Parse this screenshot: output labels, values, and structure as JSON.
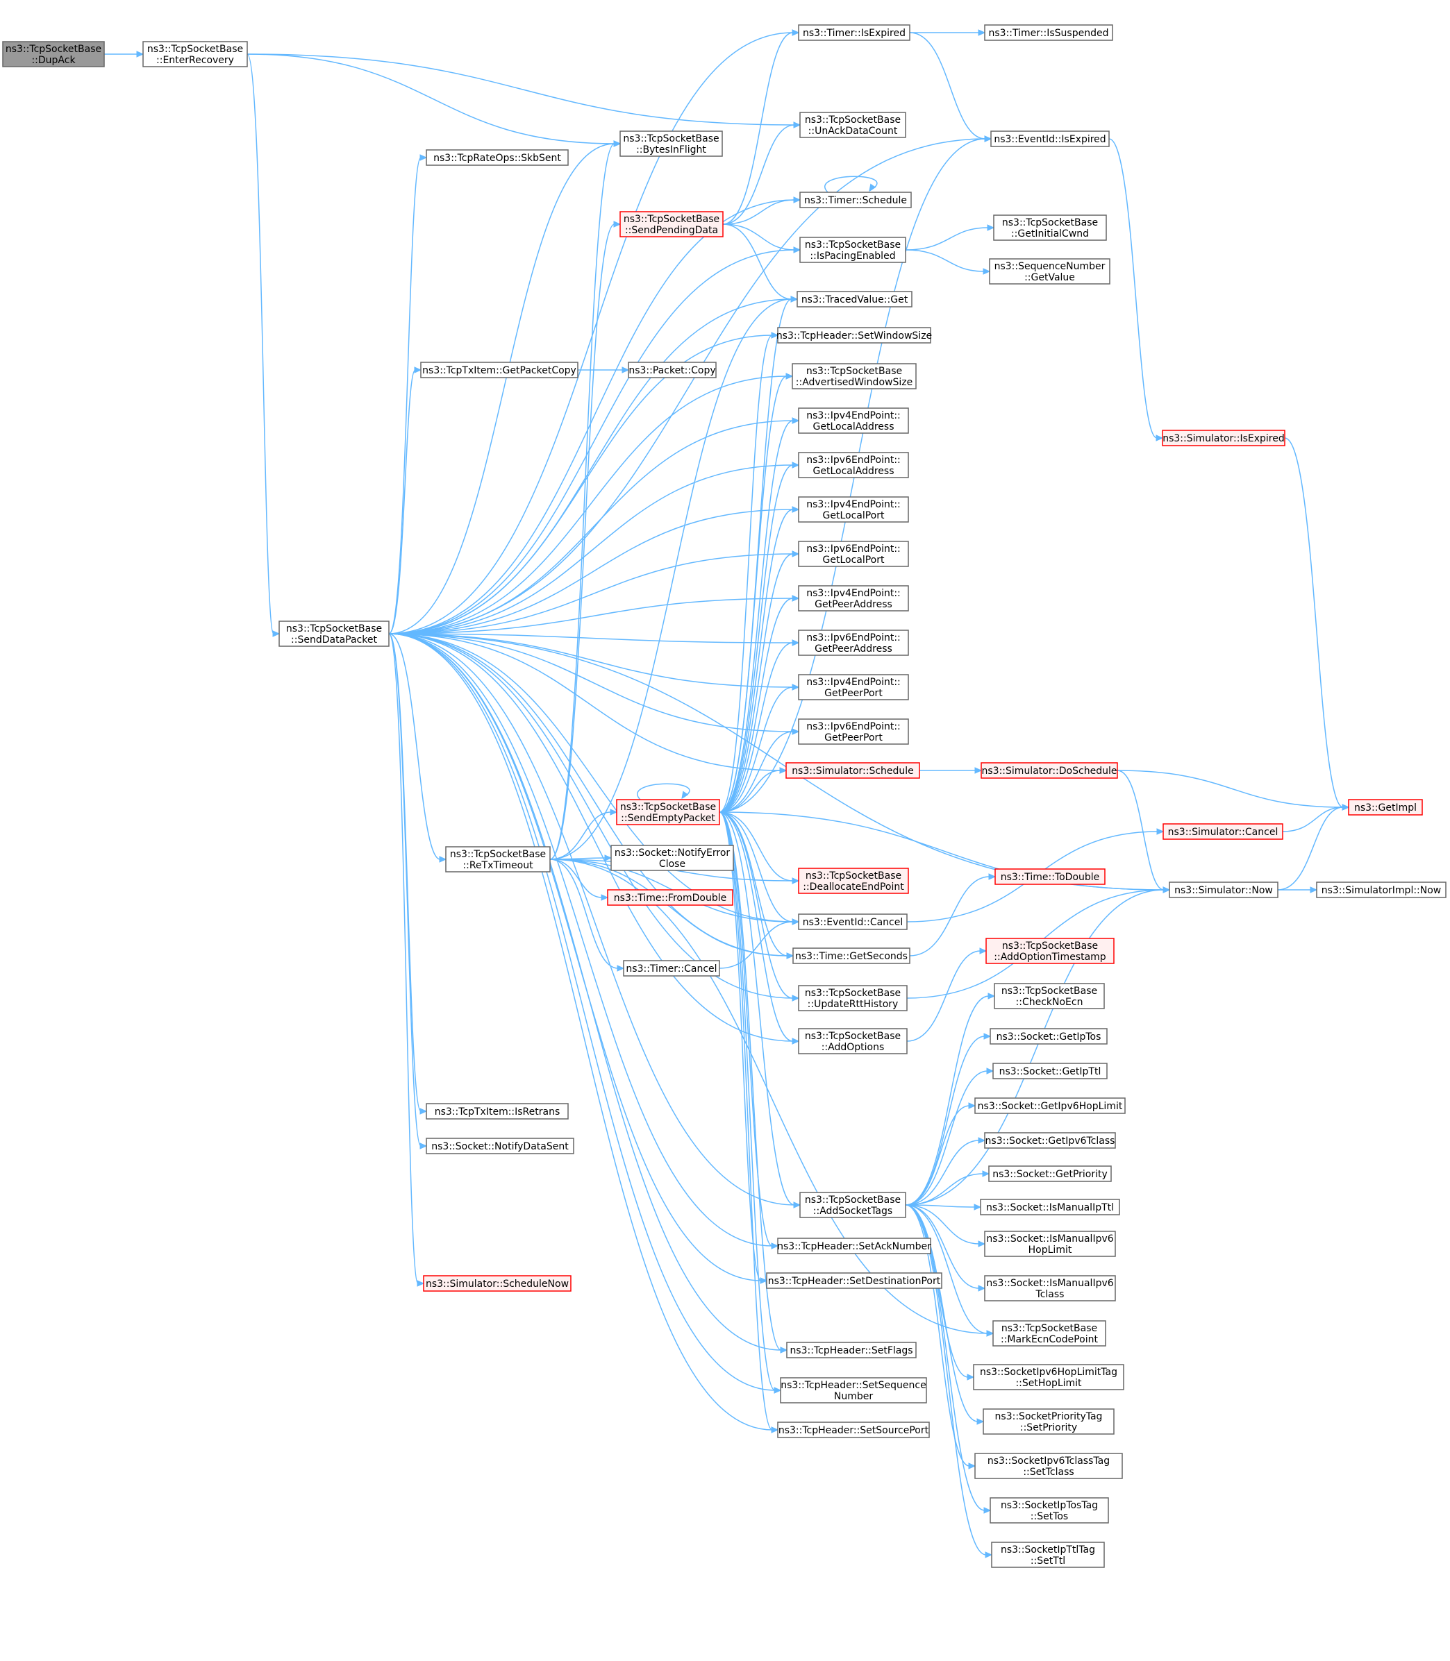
{
  "colors": {
    "edge": "#63b8ff",
    "node_border": "#666666",
    "root_fill": "#999999",
    "truncated_border": "#ff0000",
    "truncated_fill": "#fff0f0"
  },
  "nodes": [
    {
      "id": "dupack",
      "lines": [
        "ns3::TcpSocketBase",
        "::DupAck"
      ],
      "style": "root"
    },
    {
      "id": "enterrecovery",
      "lines": [
        "ns3::TcpSocketBase",
        "::EnterRecovery"
      ]
    },
    {
      "id": "senddatapacket",
      "lines": [
        "ns3::TcpSocketBase",
        "::SendDataPacket"
      ]
    },
    {
      "id": "timer_isexpired",
      "lines": [
        "ns3::Timer::IsExpired"
      ]
    },
    {
      "id": "timer_issuspended",
      "lines": [
        "ns3::Timer::IsSuspended"
      ]
    },
    {
      "id": "unackdatacount",
      "lines": [
        "ns3::TcpSocketBase",
        "::UnAckDataCount"
      ]
    },
    {
      "id": "bytesinflight",
      "lines": [
        "ns3::TcpSocketBase",
        "::BytesInFlight"
      ]
    },
    {
      "id": "eventid_isexpired",
      "lines": [
        "ns3::EventId::IsExpired"
      ]
    },
    {
      "id": "skbsent",
      "lines": [
        "ns3::TcpRateOps::SkbSent"
      ]
    },
    {
      "id": "timer_schedule",
      "lines": [
        "ns3::Timer::Schedule"
      ]
    },
    {
      "id": "sendpendingdata",
      "lines": [
        "ns3::TcpSocketBase",
        "::SendPendingData"
      ],
      "style": "red"
    },
    {
      "id": "ispacingenabled",
      "lines": [
        "ns3::TcpSocketBase",
        "::IsPacingEnabled"
      ]
    },
    {
      "id": "getinitialcwnd",
      "lines": [
        "ns3::TcpSocketBase",
        "::GetInitialCwnd"
      ]
    },
    {
      "id": "seq_getvalue",
      "lines": [
        "ns3::SequenceNumber",
        "::GetValue"
      ]
    },
    {
      "id": "tracedvalue_get",
      "lines": [
        "ns3::TracedValue::Get"
      ]
    },
    {
      "id": "setwindowsize",
      "lines": [
        "ns3::TcpHeader::SetWindowSize"
      ]
    },
    {
      "id": "getpacketcopy",
      "lines": [
        "ns3::TcpTxItem::GetPacketCopy"
      ]
    },
    {
      "id": "packet_copy",
      "lines": [
        "ns3::Packet::Copy"
      ]
    },
    {
      "id": "advwindowsize",
      "lines": [
        "ns3::TcpSocketBase",
        "::AdvertisedWindowSize"
      ]
    },
    {
      "id": "ipv4_getlocaladdr",
      "lines": [
        "ns3::Ipv4EndPoint::",
        "GetLocalAddress"
      ]
    },
    {
      "id": "ipv6_getlocaladdr",
      "lines": [
        "ns3::Ipv6EndPoint::",
        "GetLocalAddress"
      ]
    },
    {
      "id": "ipv4_getlocalport",
      "lines": [
        "ns3::Ipv4EndPoint::",
        "GetLocalPort"
      ]
    },
    {
      "id": "ipv6_getlocalport",
      "lines": [
        "ns3::Ipv6EndPoint::",
        "GetLocalPort"
      ]
    },
    {
      "id": "ipv4_getpeeraddr",
      "lines": [
        "ns3::Ipv4EndPoint::",
        "GetPeerAddress"
      ]
    },
    {
      "id": "ipv6_getpeeraddr",
      "lines": [
        "ns3::Ipv6EndPoint::",
        "GetPeerAddress"
      ]
    },
    {
      "id": "ipv4_getpeerport",
      "lines": [
        "ns3::Ipv4EndPoint::",
        "GetPeerPort"
      ]
    },
    {
      "id": "ipv6_getpeerport",
      "lines": [
        "ns3::Ipv6EndPoint::",
        "GetPeerPort"
      ]
    },
    {
      "id": "sim_isexpired",
      "lines": [
        "ns3::Simulator::IsExpired"
      ],
      "style": "red"
    },
    {
      "id": "sim_schedule",
      "lines": [
        "ns3::Simulator::Schedule"
      ],
      "style": "red"
    },
    {
      "id": "sim_doschedule",
      "lines": [
        "ns3::Simulator::DoSchedule"
      ],
      "style": "red"
    },
    {
      "id": "getimpl",
      "lines": [
        "ns3::GetImpl"
      ],
      "style": "red"
    },
    {
      "id": "sendemptypacket",
      "lines": [
        "ns3::TcpSocketBase",
        "::SendEmptyPacket"
      ],
      "style": "red"
    },
    {
      "id": "sim_cancel",
      "lines": [
        "ns3::Simulator::Cancel"
      ],
      "style": "red"
    },
    {
      "id": "retxtimeout",
      "lines": [
        "ns3::TcpSocketBase",
        "::ReTxTimeout"
      ]
    },
    {
      "id": "notifyerrorclose",
      "lines": [
        "ns3::Socket::NotifyError",
        "Close"
      ]
    },
    {
      "id": "deallocendpoint",
      "lines": [
        "ns3::TcpSocketBase",
        "::DeallocateEndPoint"
      ],
      "style": "red"
    },
    {
      "id": "fromdouble",
      "lines": [
        "ns3::Time::FromDouble"
      ],
      "style": "red"
    },
    {
      "id": "sim_now",
      "lines": [
        "ns3::Simulator::Now"
      ]
    },
    {
      "id": "simimpl_now",
      "lines": [
        "ns3::SimulatorImpl::Now"
      ]
    },
    {
      "id": "todouble",
      "lines": [
        "ns3::Time::ToDouble"
      ],
      "style": "red"
    },
    {
      "id": "eventid_cancel",
      "lines": [
        "ns3::EventId::Cancel"
      ]
    },
    {
      "id": "timer_cancel",
      "lines": [
        "ns3::Timer::Cancel"
      ]
    },
    {
      "id": "getseconds",
      "lines": [
        "ns3::Time::GetSeconds"
      ]
    },
    {
      "id": "addoptiontimestamp",
      "lines": [
        "ns3::TcpSocketBase",
        "::AddOptionTimestamp"
      ],
      "style": "red"
    },
    {
      "id": "updatertthistory",
      "lines": [
        "ns3::TcpSocketBase",
        "::UpdateRttHistory"
      ]
    },
    {
      "id": "checknoecn",
      "lines": [
        "ns3::TcpSocketBase",
        "::CheckNoEcn"
      ]
    },
    {
      "id": "addoptions",
      "lines": [
        "ns3::TcpSocketBase",
        "::AddOptions"
      ]
    },
    {
      "id": "getiptos",
      "lines": [
        "ns3::Socket::GetIpTos"
      ]
    },
    {
      "id": "getipttl",
      "lines": [
        "ns3::Socket::GetIpTtl"
      ]
    },
    {
      "id": "isretrans",
      "lines": [
        "ns3::TcpTxItem::IsRetrans"
      ]
    },
    {
      "id": "getipv6hoplimit",
      "lines": [
        "ns3::Socket::GetIpv6HopLimit"
      ]
    },
    {
      "id": "notifydatasent",
      "lines": [
        "ns3::Socket::NotifyDataSent"
      ]
    },
    {
      "id": "getipv6tclass",
      "lines": [
        "ns3::Socket::GetIpv6Tclass"
      ]
    },
    {
      "id": "getpriority",
      "lines": [
        "ns3::Socket::GetPriority"
      ]
    },
    {
      "id": "addsockettags",
      "lines": [
        "ns3::TcpSocketBase",
        "::AddSocketTags"
      ]
    },
    {
      "id": "ismanualipttl",
      "lines": [
        "ns3::Socket::IsManualIpTtl"
      ]
    },
    {
      "id": "ismanualipv6hoplimit",
      "lines": [
        "ns3::Socket::IsManualIpv6",
        "HopLimit"
      ]
    },
    {
      "id": "setacknumber",
      "lines": [
        "ns3::TcpHeader::SetAckNumber"
      ]
    },
    {
      "id": "schedulenow",
      "lines": [
        "ns3::Simulator::ScheduleNow"
      ],
      "style": "red"
    },
    {
      "id": "setdestport",
      "lines": [
        "ns3::TcpHeader::SetDestinationPort"
      ]
    },
    {
      "id": "ismanualipv6tclass",
      "lines": [
        "ns3::Socket::IsManualIpv6",
        "Tclass"
      ]
    },
    {
      "id": "markecncodepoint",
      "lines": [
        "ns3::TcpSocketBase",
        "::MarkEcnCodePoint"
      ]
    },
    {
      "id": "setflags",
      "lines": [
        "ns3::TcpHeader::SetFlags"
      ]
    },
    {
      "id": "sethoplimit",
      "lines": [
        "ns3::SocketIpv6HopLimitTag",
        "::SetHopLimit"
      ]
    },
    {
      "id": "setseqnumber",
      "lines": [
        "ns3::TcpHeader::SetSequence",
        "Number"
      ]
    },
    {
      "id": "setprioritytag",
      "lines": [
        "ns3::SocketPriorityTag",
        "::SetPriority"
      ]
    },
    {
      "id": "setsourceport",
      "lines": [
        "ns3::TcpHeader::SetSourcePort"
      ]
    },
    {
      "id": "settclass",
      "lines": [
        "ns3::SocketIpv6TclassTag",
        "::SetTclass"
      ]
    },
    {
      "id": "settos",
      "lines": [
        "ns3::SocketIpTosTag",
        "::SetTos"
      ]
    },
    {
      "id": "setttl",
      "lines": [
        "ns3::SocketIpTtlTag",
        "::SetTtl"
      ]
    }
  ],
  "edges": [
    [
      "dupack",
      "enterrecovery"
    ],
    [
      "enterrecovery",
      "senddatapacket"
    ],
    [
      "enterrecovery",
      "bytesinflight"
    ],
    [
      "enterrecovery",
      "unackdatacount"
    ],
    [
      "senddatapacket",
      "timer_isexpired"
    ],
    [
      "senddatapacket",
      "bytesinflight"
    ],
    [
      "senddatapacket",
      "eventid_isexpired"
    ],
    [
      "senddatapacket",
      "skbsent"
    ],
    [
      "senddatapacket",
      "timer_schedule"
    ],
    [
      "senddatapacket",
      "ispacingenabled"
    ],
    [
      "senddatapacket",
      "tracedvalue_get"
    ],
    [
      "senddatapacket",
      "setwindowsize"
    ],
    [
      "senddatapacket",
      "getpacketcopy"
    ],
    [
      "senddatapacket",
      "advwindowsize"
    ],
    [
      "senddatapacket",
      "ipv4_getlocaladdr"
    ],
    [
      "senddatapacket",
      "ipv6_getlocaladdr"
    ],
    [
      "senddatapacket",
      "ipv4_getlocalport"
    ],
    [
      "senddatapacket",
      "ipv6_getlocalport"
    ],
    [
      "senddatapacket",
      "ipv4_getpeeraddr"
    ],
    [
      "senddatapacket",
      "ipv6_getpeeraddr"
    ],
    [
      "senddatapacket",
      "ipv4_getpeerport"
    ],
    [
      "senddatapacket",
      "ipv6_getpeerport"
    ],
    [
      "senddatapacket",
      "sim_schedule"
    ],
    [
      "senddatapacket",
      "retxtimeout"
    ],
    [
      "senddatapacket",
      "eventid_cancel"
    ],
    [
      "senddatapacket",
      "getseconds"
    ],
    [
      "senddatapacket",
      "updatertthistory"
    ],
    [
      "senddatapacket",
      "addoptions"
    ],
    [
      "senddatapacket",
      "isretrans"
    ],
    [
      "senddatapacket",
      "notifydatasent"
    ],
    [
      "senddatapacket",
      "addsockettags"
    ],
    [
      "senddatapacket",
      "setacknumber"
    ],
    [
      "senddatapacket",
      "schedulenow"
    ],
    [
      "senddatapacket",
      "setdestport"
    ],
    [
      "senddatapacket",
      "setflags"
    ],
    [
      "senddatapacket",
      "setseqnumber"
    ],
    [
      "senddatapacket",
      "setsourceport"
    ],
    [
      "senddatapacket",
      "sim_now"
    ],
    [
      "timer_isexpired",
      "timer_issuspended"
    ],
    [
      "timer_isexpired",
      "eventid_isexpired"
    ],
    [
      "eventid_isexpired",
      "sim_isexpired"
    ],
    [
      "sim_isexpired",
      "getimpl"
    ],
    [
      "timer_schedule",
      "timer_schedule"
    ],
    [
      "sendpendingdata",
      "timer_isexpired"
    ],
    [
      "sendpendingdata",
      "unackdatacount"
    ],
    [
      "sendpendingdata",
      "timer_schedule"
    ],
    [
      "sendpendingdata",
      "ispacingenabled"
    ],
    [
      "sendpendingdata",
      "tracedvalue_get"
    ],
    [
      "ispacingenabled",
      "getinitialcwnd"
    ],
    [
      "ispacingenabled",
      "seq_getvalue"
    ],
    [
      "getpacketcopy",
      "packet_copy"
    ],
    [
      "sim_schedule",
      "sim_doschedule"
    ],
    [
      "sim_doschedule",
      "getimpl"
    ],
    [
      "sim_doschedule",
      "sim_now"
    ],
    [
      "sendemptypacket",
      "sendemptypacket"
    ],
    [
      "sendemptypacket",
      "sim_schedule"
    ],
    [
      "sendemptypacket",
      "eventid_isexpired"
    ],
    [
      "sendemptypacket",
      "sim_now"
    ],
    [
      "sendemptypacket",
      "tracedvalue_get"
    ],
    [
      "sendemptypacket",
      "setwindowsize"
    ],
    [
      "sendemptypacket",
      "advwindowsize"
    ],
    [
      "sendemptypacket",
      "ipv4_getlocaladdr"
    ],
    [
      "sendemptypacket",
      "ipv6_getlocaladdr"
    ],
    [
      "sendemptypacket",
      "ipv4_getlocalport"
    ],
    [
      "sendemptypacket",
      "ipv6_getlocalport"
    ],
    [
      "sendemptypacket",
      "ipv4_getpeeraddr"
    ],
    [
      "sendemptypacket",
      "ipv6_getpeeraddr"
    ],
    [
      "sendemptypacket",
      "ipv4_getpeerport"
    ],
    [
      "sendemptypacket",
      "ipv6_getpeerport"
    ],
    [
      "sendemptypacket",
      "deallocendpoint"
    ],
    [
      "sendemptypacket",
      "eventid_cancel"
    ],
    [
      "sendemptypacket",
      "getseconds"
    ],
    [
      "sendemptypacket",
      "updatertthistory"
    ],
    [
      "sendemptypacket",
      "addoptions"
    ],
    [
      "sendemptypacket",
      "addsockettags"
    ],
    [
      "sendemptypacket",
      "setacknumber"
    ],
    [
      "sendemptypacket",
      "setdestport"
    ],
    [
      "sendemptypacket",
      "setflags"
    ],
    [
      "sendemptypacket",
      "setseqnumber"
    ],
    [
      "sendemptypacket",
      "setsourceport"
    ],
    [
      "sim_cancel",
      "getimpl"
    ],
    [
      "sim_now",
      "getimpl"
    ],
    [
      "sim_now",
      "simimpl_now"
    ],
    [
      "retxtimeout",
      "sendemptypacket"
    ],
    [
      "retxtimeout",
      "notifyerrorclose"
    ],
    [
      "retxtimeout",
      "deallocendpoint"
    ],
    [
      "retxtimeout",
      "fromdouble"
    ],
    [
      "retxtimeout",
      "eventid_cancel"
    ],
    [
      "retxtimeout",
      "timer_cancel"
    ],
    [
      "retxtimeout",
      "getseconds"
    ],
    [
      "retxtimeout",
      "sendpendingdata"
    ],
    [
      "retxtimeout",
      "bytesinflight"
    ],
    [
      "retxtimeout",
      "tracedvalue_get"
    ],
    [
      "retxtimeout",
      "markecncodepoint"
    ],
    [
      "eventid_cancel",
      "sim_cancel"
    ],
    [
      "timer_cancel",
      "eventid_cancel"
    ],
    [
      "getseconds",
      "todouble"
    ],
    [
      "updatertthistory",
      "sim_now"
    ],
    [
      "addoptions",
      "addoptiontimestamp"
    ],
    [
      "addsockettags",
      "checknoecn"
    ],
    [
      "addsockettags",
      "getiptos"
    ],
    [
      "addsockettags",
      "getipttl"
    ],
    [
      "addsockettags",
      "getipv6hoplimit"
    ],
    [
      "addsockettags",
      "getipv6tclass"
    ],
    [
      "addsockettags",
      "getpriority"
    ],
    [
      "addsockettags",
      "ismanualipttl"
    ],
    [
      "addsockettags",
      "ismanualipv6hoplimit"
    ],
    [
      "addsockettags",
      "ismanualipv6tclass"
    ],
    [
      "addsockettags",
      "markecncodepoint"
    ],
    [
      "addsockettags",
      "sethoplimit"
    ],
    [
      "addsockettags",
      "setprioritytag"
    ],
    [
      "addsockettags",
      "settclass"
    ],
    [
      "addsockettags",
      "settos"
    ],
    [
      "addsockettags",
      "setttl"
    ],
    [
      "addsockettags",
      "sim_now"
    ]
  ]
}
